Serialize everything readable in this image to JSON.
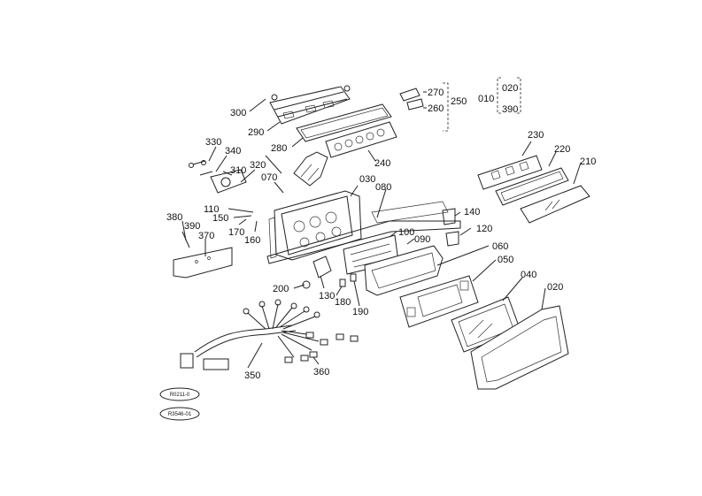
{
  "diagram": {
    "callouts": [
      {
        "id": "c300",
        "label": "300"
      },
      {
        "id": "c290",
        "label": "290"
      },
      {
        "id": "c270",
        "label": "270"
      },
      {
        "id": "c260",
        "label": "260"
      },
      {
        "id": "c250",
        "label": "250"
      },
      {
        "id": "c010",
        "label": "010"
      },
      {
        "id": "c020a",
        "label": "020"
      },
      {
        "id": "c390a",
        "label": "390"
      },
      {
        "id": "c280",
        "label": "280"
      },
      {
        "id": "c240",
        "label": "240"
      },
      {
        "id": "c330",
        "label": "330"
      },
      {
        "id": "c340",
        "label": "340"
      },
      {
        "id": "c310",
        "label": "310"
      },
      {
        "id": "c320",
        "label": "320"
      },
      {
        "id": "c070",
        "label": "070"
      },
      {
        "id": "c030",
        "label": "030"
      },
      {
        "id": "c080",
        "label": "080"
      },
      {
        "id": "c230",
        "label": "230"
      },
      {
        "id": "c220",
        "label": "220"
      },
      {
        "id": "c210",
        "label": "210"
      },
      {
        "id": "c110",
        "label": "110"
      },
      {
        "id": "c150",
        "label": "150"
      },
      {
        "id": "c170",
        "label": "170"
      },
      {
        "id": "c160",
        "label": "160"
      },
      {
        "id": "c140",
        "label": "140"
      },
      {
        "id": "c380",
        "label": "380"
      },
      {
        "id": "c390b",
        "label": "390"
      },
      {
        "id": "c370",
        "label": "370"
      },
      {
        "id": "c100",
        "label": "100"
      },
      {
        "id": "c090",
        "label": "090"
      },
      {
        "id": "c120",
        "label": "120"
      },
      {
        "id": "c060",
        "label": "060"
      },
      {
        "id": "c050",
        "label": "050"
      },
      {
        "id": "c200",
        "label": "200"
      },
      {
        "id": "c130",
        "label": "130"
      },
      {
        "id": "c180",
        "label": "180"
      },
      {
        "id": "c190",
        "label": "190"
      },
      {
        "id": "c040",
        "label": "040"
      },
      {
        "id": "c020b",
        "label": "020"
      },
      {
        "id": "c350",
        "label": "350"
      },
      {
        "id": "c360",
        "label": "360"
      }
    ],
    "codes": [
      {
        "id": "code1",
        "label": "R0211-0"
      },
      {
        "id": "code2",
        "label": "R3546-01"
      }
    ]
  }
}
